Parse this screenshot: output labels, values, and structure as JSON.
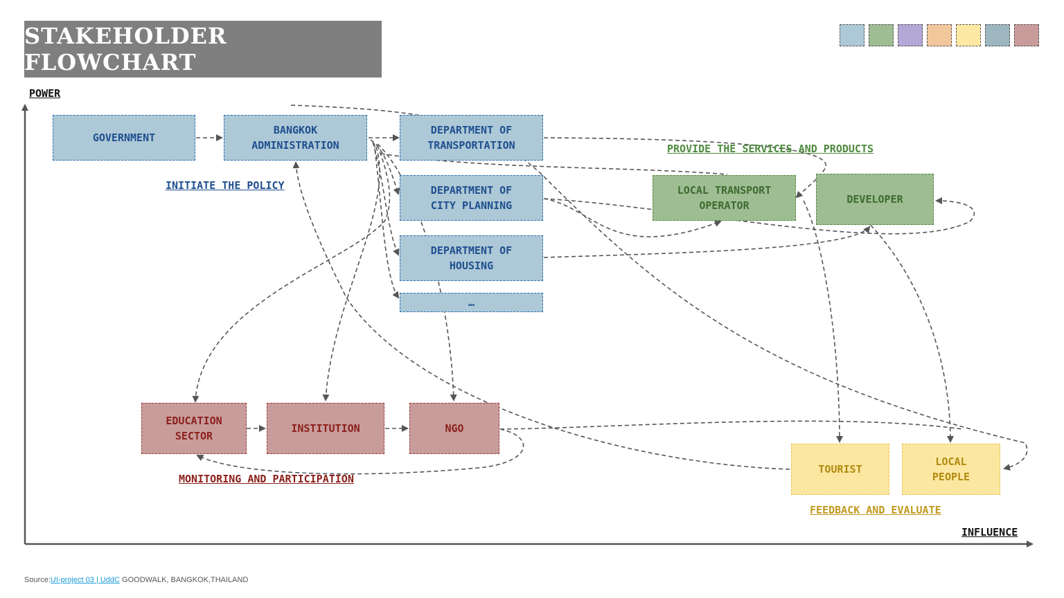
{
  "title": "STAKEHOLDER FLOWCHART",
  "palette": [
    "#adc8d6",
    "#9ebd93",
    "#b3a7d6",
    "#f2c79c",
    "#fde9a4",
    "#9db6c0",
    "#c99c9c"
  ],
  "axes": {
    "y_label": "POWER",
    "x_label": "INFLUENCE"
  },
  "nodes": {
    "government": "GOVERNMENT",
    "bangkok_admin": "BANGKOK\nADMINISTRATION",
    "dept_transport": "DEPARTMENT OF\nTRANSPORTATION",
    "dept_city_planning": "DEPARTMENT OF\nCITY PLANNING",
    "dept_housing": "DEPARTMENT OF\nHOUSING",
    "dept_more": "…",
    "local_transport_operator": "LOCAL TRANSPORT\nOPERATOR",
    "developer": "DEVELOPER",
    "education_sector": "EDUCATION\nSECTOR",
    "institution": "INSTITUTION",
    "ngo": "NGO",
    "tourist": "TOURIST",
    "local_people": "LOCAL\nPEOPLE"
  },
  "groups": {
    "initiate": "INITIATE THE POLICY",
    "provide": "PROVIDE THE SERVICES AND PRODUCTS",
    "monitoring": "MONITORING AND PARTICIPATION",
    "feedback": "FEEDBACK AND EVALUATE"
  },
  "source": {
    "prefix": "Source:",
    "link": "UI-project 03 | UddC",
    "suffix": " GOODWALK, BANGKOK,THAILAND"
  }
}
